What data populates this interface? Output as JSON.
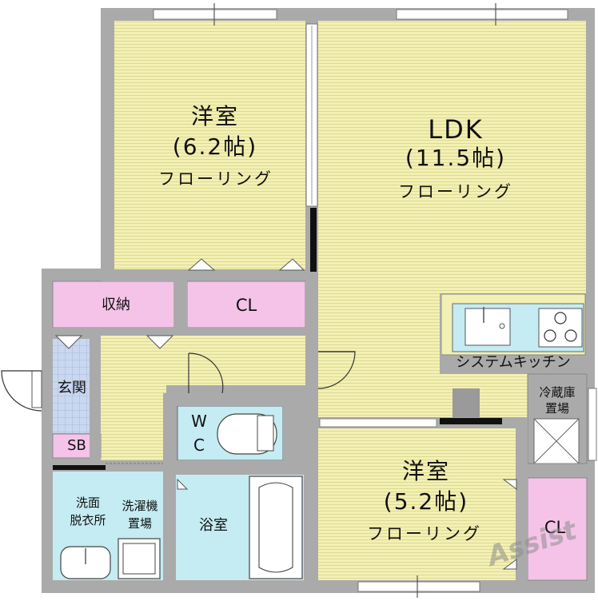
{
  "rooms": {
    "western1": {
      "name": "洋室",
      "size": "(6.2帖)",
      "floor": "フローリング"
    },
    "ldk": {
      "name": "LDK",
      "size": "(11.5帖)",
      "floor": "フローリング"
    },
    "western2": {
      "name": "洋室",
      "size": "(5.2帖)",
      "floor": "フローリング"
    }
  },
  "labels": {
    "storage": "収納",
    "closet1": "CL",
    "closet2": "CL",
    "kitchen": "システムキッチン",
    "fridge_line1": "冷蔵庫",
    "fridge_line2": "置場",
    "entrance": "玄関",
    "shoe_box": "SB",
    "wc_w": "W",
    "wc_c": "C",
    "washroom_line1": "洗面",
    "washroom_line2": "脱衣所",
    "washer_line1": "洗濯機",
    "washer_line2": "置場",
    "bathroom": "浴室"
  },
  "watermark": "Assist",
  "colors": {
    "wall": "#aaaaaa",
    "floor": "#f3f0b4",
    "storage": "#f5c3e8",
    "wet_area": "#c4ecf2",
    "entrance_tile": "#c9d7ef",
    "door_black": "#111111"
  }
}
